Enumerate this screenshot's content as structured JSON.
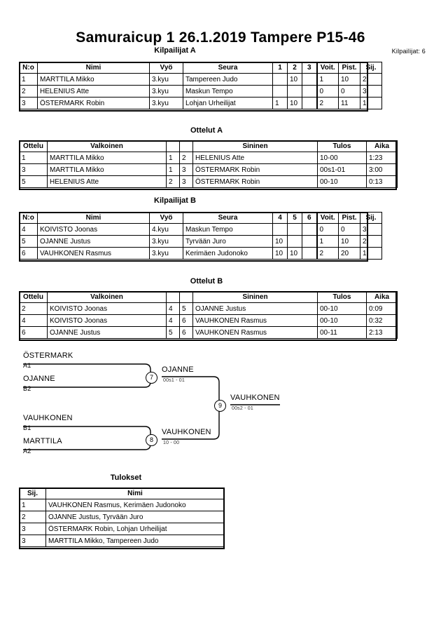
{
  "document": {
    "title": "Samuraicup 1  26.1.2019  Tampere    P15-46",
    "entrants_label": "Kilpailijat: 6"
  },
  "pool_a": {
    "caption": "Kilpailijat A",
    "headers": [
      "N:o",
      "Nimi",
      "Vyö",
      "Seura",
      "1",
      "2",
      "3",
      "Voit.",
      "Pist.",
      "Sij."
    ],
    "rows": [
      {
        "no": "1",
        "name": "MARTTILA Mikko",
        "belt": "3.kyu",
        "club": "Tampereen Judo",
        "m1": "",
        "m2": "10",
        "m3": "",
        "wins": "1",
        "points": "10",
        "rank": "2"
      },
      {
        "no": "2",
        "name": "HELENIUS Atte",
        "belt": "3.kyu",
        "club": "Maskun Tempo",
        "m1": "",
        "m2": "",
        "m3": "",
        "wins": "0",
        "points": "0",
        "rank": "3"
      },
      {
        "no": "3",
        "name": "ÖSTERMARK Robin",
        "belt": "3.kyu",
        "club": "Lohjan Urheilijat",
        "m1": "1",
        "m2": "10",
        "m3": "",
        "wins": "2",
        "points": "11",
        "rank": "1"
      }
    ]
  },
  "matches_a": {
    "caption": "Ottelut A",
    "headers": [
      "Ottelu",
      "Valkoinen",
      "",
      "",
      "Sininen",
      "Tulos",
      "Aika"
    ],
    "rows": [
      {
        "no": "1",
        "white": "MARTTILA Mikko",
        "wn": "1",
        "bn": "2",
        "blue": "HELENIUS Atte",
        "result": "10-00",
        "time": "1:23"
      },
      {
        "no": "3",
        "white": "MARTTILA Mikko",
        "wn": "1",
        "bn": "3",
        "blue": "ÖSTERMARK Robin",
        "result": "00s1-01",
        "time": "3:00"
      },
      {
        "no": "5",
        "white": "HELENIUS Atte",
        "wn": "2",
        "bn": "3",
        "blue": "ÖSTERMARK Robin",
        "result": "00-10",
        "time": "0:13"
      }
    ]
  },
  "pool_b": {
    "caption": "Kilpailijat B",
    "headers": [
      "N:o",
      "Nimi",
      "Vyö",
      "Seura",
      "4",
      "5",
      "6",
      "Voit.",
      "Pist.",
      "Sij."
    ],
    "rows": [
      {
        "no": "4",
        "name": "KOIVISTO Joonas",
        "belt": "4.kyu",
        "club": "Maskun Tempo",
        "m1": "",
        "m2": "",
        "m3": "",
        "wins": "0",
        "points": "0",
        "rank": "3"
      },
      {
        "no": "5",
        "name": "OJANNE Justus",
        "belt": "3.kyu",
        "club": "Tyrvään Juro",
        "m1": "10",
        "m2": "",
        "m3": "",
        "wins": "1",
        "points": "10",
        "rank": "2"
      },
      {
        "no": "6",
        "name": "VAUHKONEN Rasmus",
        "belt": "3.kyu",
        "club": "Kerimäen Judonoko",
        "m1": "10",
        "m2": "10",
        "m3": "",
        "wins": "2",
        "points": "20",
        "rank": "1"
      }
    ]
  },
  "matches_b": {
    "caption": "Ottelut B",
    "headers": [
      "Ottelu",
      "Valkoinen",
      "",
      "",
      "Sininen",
      "Tulos",
      "Aika"
    ],
    "rows": [
      {
        "no": "2",
        "white": "KOIVISTO Joonas",
        "wn": "4",
        "bn": "5",
        "blue": "OJANNE Justus",
        "result": "00-10",
        "time": "0:09"
      },
      {
        "no": "4",
        "white": "KOIVISTO Joonas",
        "wn": "4",
        "bn": "6",
        "blue": "VAUHKONEN Rasmus",
        "result": "00-10",
        "time": "0:32"
      },
      {
        "no": "6",
        "white": "OJANNE Justus",
        "wn": "5",
        "bn": "6",
        "blue": "VAUHKONEN Rasmus",
        "result": "00-11",
        "time": "2:13"
      }
    ]
  },
  "bracket": {
    "entries": [
      {
        "name": "ÖSTERMARK",
        "seed": "A1"
      },
      {
        "name": "OJANNE",
        "seed": "B2"
      },
      {
        "name": "VAUHKONEN",
        "seed": "B1"
      },
      {
        "name": "MARTTILA",
        "seed": "A2"
      }
    ],
    "matches": [
      {
        "number": "7",
        "winner": "OJANNE",
        "score": "00s1 - 01"
      },
      {
        "number": "8",
        "winner": "VAUHKONEN",
        "score": "10 - 00"
      },
      {
        "number": "9",
        "winner": "VAUHKONEN",
        "score": "00s2 - 01"
      }
    ]
  },
  "results": {
    "caption": "Tulokset",
    "headers": [
      "Sij.",
      "Nimi"
    ],
    "rows": [
      {
        "pos": "1",
        "name": "VAUHKONEN Rasmus, Kerimäen Judonoko"
      },
      {
        "pos": "2",
        "name": "OJANNE Justus, Tyrvään Juro"
      },
      {
        "pos": "3",
        "name": "ÖSTERMARK Robin, Lohjan Urheilijat"
      },
      {
        "pos": "3",
        "name": "MARTTILA Mikko, Tampereen Judo"
      }
    ]
  }
}
